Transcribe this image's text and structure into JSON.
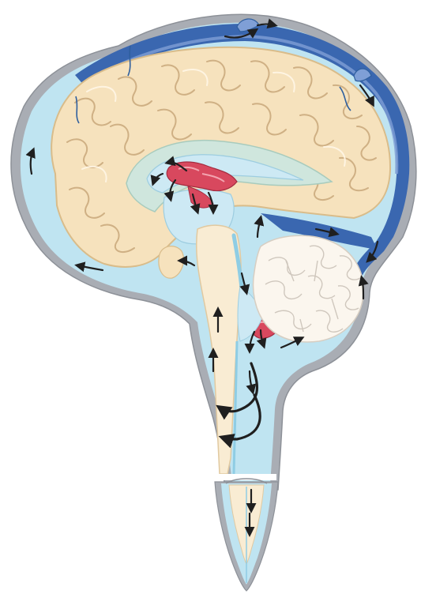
{
  "figure": {
    "colors": {
      "background": "#ffffff",
      "dura": "#a9adb4",
      "csf_space": "#bfe4f1",
      "csf_deep": "#8fcde4",
      "sinus": "#3a67b0",
      "sinus_light": "#7f9fd6",
      "brain": "#f6e2bd",
      "brain_shadow": "#e7cd9e",
      "brainstem": "#f9ecd3",
      "cerebellum": "#fbf6ee",
      "choroid_plexus": "#d8485e",
      "ventricle": "#cde9f4",
      "flow_arrow": "#1f1f1f"
    },
    "icons": [
      "flow-arrow",
      "choroid-plexus",
      "arachnoid-granulation"
    ]
  }
}
